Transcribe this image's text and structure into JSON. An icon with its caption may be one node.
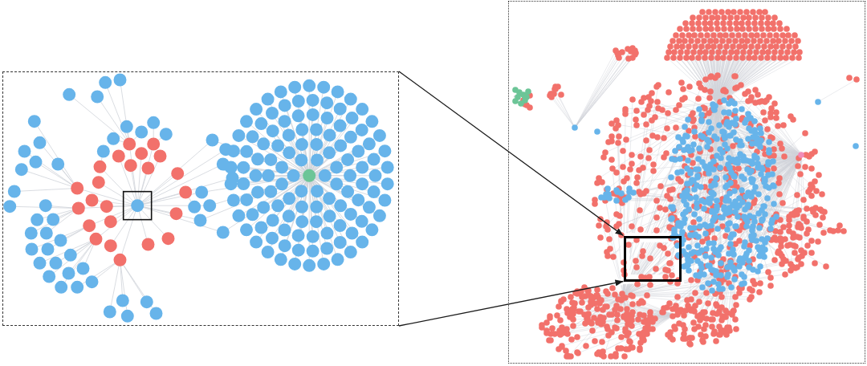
{
  "diagram": {
    "nodes": [
      {
        "text": [],
        "shape": "box"
      },
      {
        "text": [],
        "shape": "box"
      },
      {
        "text": [],
        "shape": "box",
        "in": 1
      }
    ],
    "edges": [
      {
        "from": 0,
        "to": 2,
        "arrow": "to"
      },
      {
        "from": 0,
        "to": 2,
        "arrow": "to"
      }
    ]
  }
}
